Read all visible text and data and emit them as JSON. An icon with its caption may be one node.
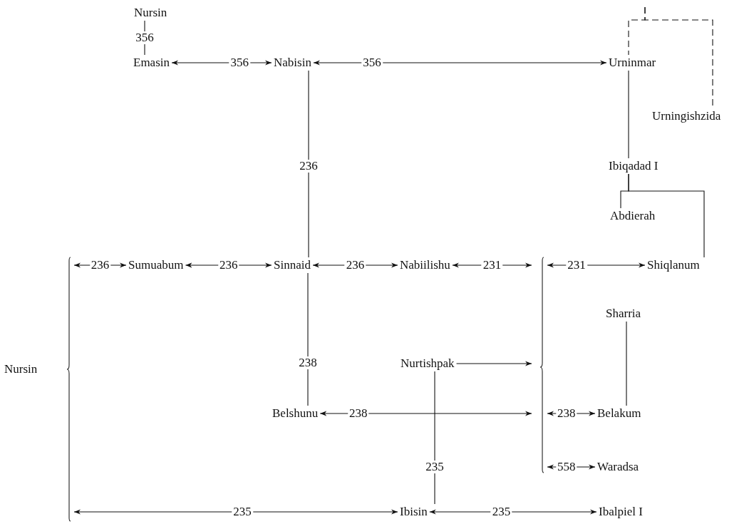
{
  "diagram": {
    "nodes": [
      {
        "text": [
          "Nursin"
        ]
      },
      {
        "text": [
          "Emasin"
        ]
      },
      {
        "text": [
          "Nabisin"
        ]
      },
      {
        "text": [
          "Urninmar"
        ]
      },
      {
        "text": [
          "Urningishzida"
        ]
      },
      {
        "text": [
          "Ibiqadad I"
        ]
      },
      {
        "text": [
          "Abdierah"
        ]
      },
      {
        "text": [
          "Nursin"
        ]
      },
      {
        "text": [
          "Sumuabum"
        ]
      },
      {
        "text": [
          "Sinnaid"
        ]
      },
      {
        "text": [
          "Nabiilishu"
        ]
      },
      {
        "text": [],
        "shape": "bracket"
      },
      {
        "text": [
          "Shiqlanum"
        ]
      },
      {
        "text": [
          "Sharria"
        ]
      },
      {
        "text": [
          "Nurtishpak"
        ]
      },
      {
        "text": [
          "Belshunu"
        ]
      },
      {
        "text": [
          "Belakum"
        ]
      },
      {
        "text": [
          "Waradsa"
        ]
      },
      {
        "text": [
          "Ibisin"
        ]
      },
      {
        "text": [
          "Ibalpiel I"
        ]
      }
    ],
    "edges": [
      {
        "from": 0,
        "to": 1,
        "arrow": "none",
        "label": "356"
      },
      {
        "from": 1,
        "to": 2,
        "arrow": "both",
        "label": "356"
      },
      {
        "from": 2,
        "to": 3,
        "arrow": "both",
        "label": "356"
      },
      {
        "from": null,
        "to": 3,
        "arrow": "none",
        "style": "dashed"
      },
      {
        "from": null,
        "to": 4,
        "arrow": "none",
        "style": "dashed"
      },
      {
        "from": 2,
        "to": 9,
        "arrow": "none",
        "label": "236"
      },
      {
        "from": 3,
        "to": 5,
        "arrow": "none"
      },
      {
        "from": 5,
        "to": 6,
        "arrow": "none"
      },
      {
        "from": 5,
        "to": 12,
        "arrow": "none"
      },
      {
        "from": 7,
        "to": 8,
        "arrow": "both",
        "label": "236"
      },
      {
        "from": 8,
        "to": 9,
        "arrow": "both",
        "label": "236"
      },
      {
        "from": 9,
        "to": 10,
        "arrow": "both",
        "label": "236"
      },
      {
        "from": 10,
        "to": 11,
        "arrow": "both",
        "label": "231"
      },
      {
        "from": 11,
        "to": 12,
        "arrow": "both",
        "label": "231"
      },
      {
        "from": 9,
        "to": 15,
        "arrow": "none",
        "label": "238"
      },
      {
        "from": 14,
        "to": 11,
        "arrow": "to"
      },
      {
        "from": 15,
        "to": 11,
        "arrow": "both",
        "label": "238"
      },
      {
        "from": 11,
        "to": 16,
        "arrow": "both",
        "label": "238"
      },
      {
        "from": 13,
        "to": 16,
        "arrow": "none"
      },
      {
        "from": 11,
        "to": 17,
        "arrow": "both",
        "label": "558"
      },
      {
        "from": 14,
        "to": 18,
        "arrow": "none",
        "label": "235"
      },
      {
        "from": 7,
        "to": 18,
        "arrow": "both",
        "label": "235"
      },
      {
        "from": 18,
        "to": 19,
        "arrow": "both",
        "label": "235"
      }
    ]
  }
}
